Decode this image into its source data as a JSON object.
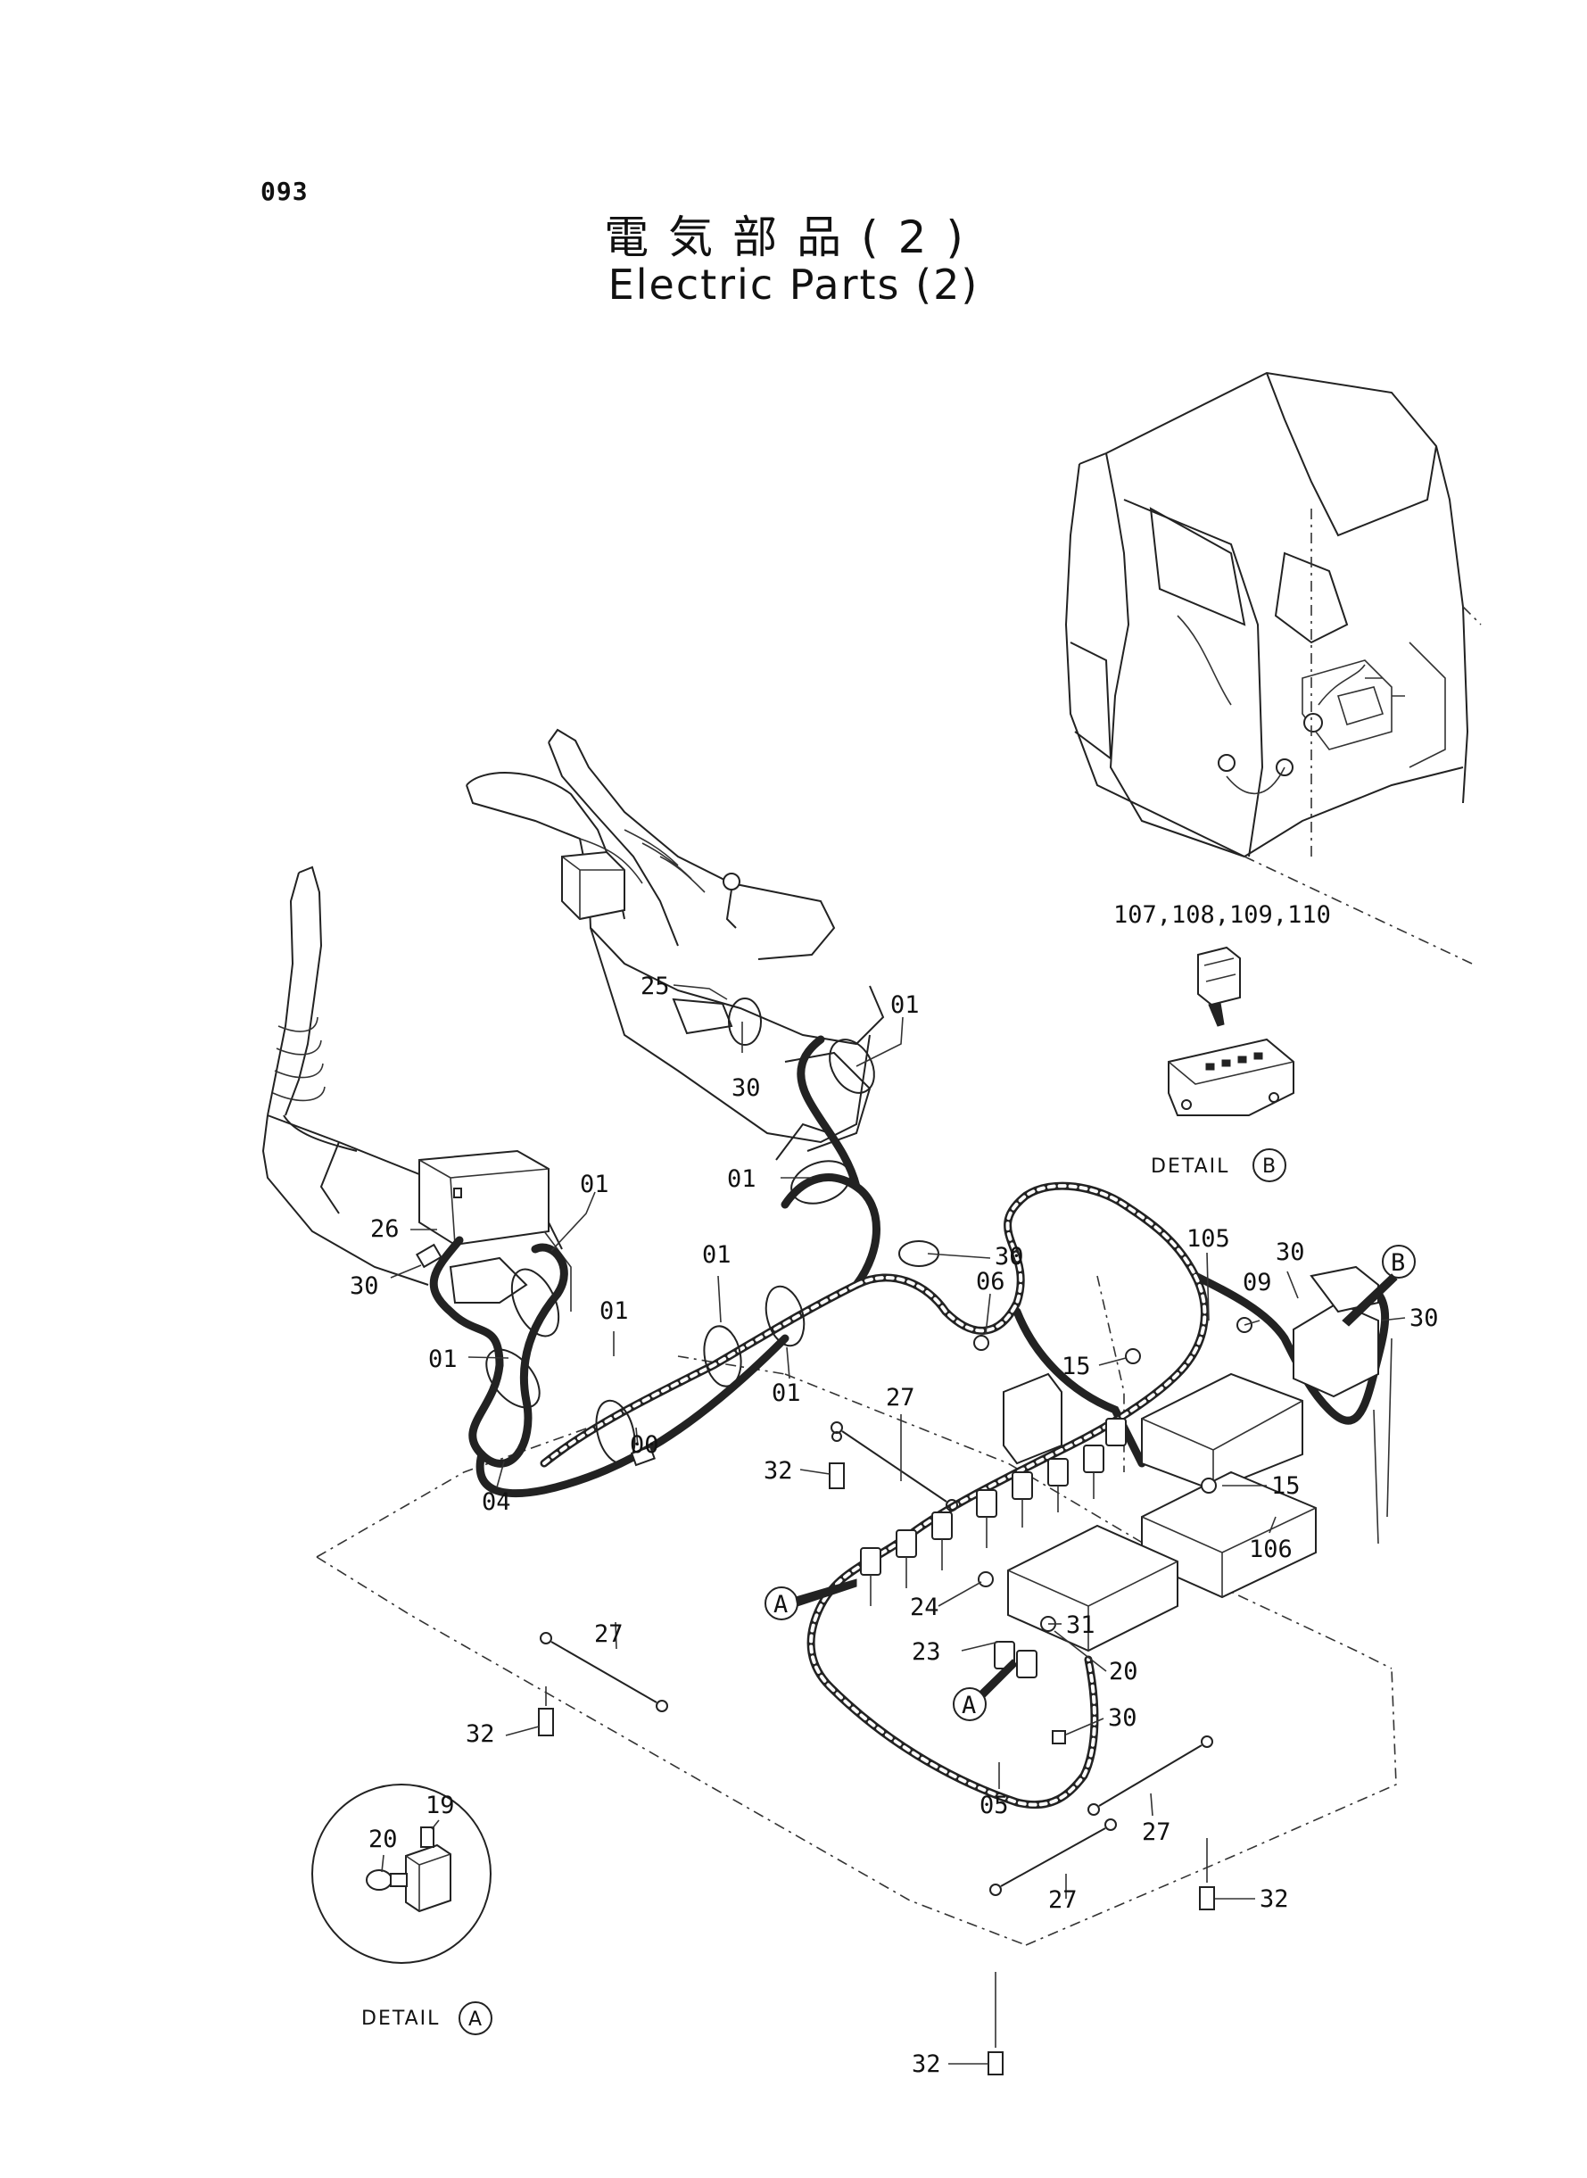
{
  "page": {
    "number": "093",
    "title_ja": "電気部品(2)",
    "title_en": "Electric Parts (2)"
  },
  "details": {
    "detail_a": "DETAIL",
    "detail_a_ref": "A",
    "detail_b": "DETAIL",
    "detail_b_ref": "B"
  },
  "callouts": {
    "c107": "107,108,109,110",
    "c25": "25",
    "c01_top": "01",
    "c30_top": "30",
    "c01_mid": "01",
    "c01_left": "01",
    "c26": "26",
    "c30_left": "30",
    "c01_a": "01",
    "c01_b": "01",
    "c01_c": "01",
    "c01_d": "01",
    "c00": "00",
    "c04": "04",
    "c30_mid": "30",
    "c06": "06",
    "c27_top": "27",
    "c15_a": "15",
    "c32_a": "32",
    "c105": "105",
    "c09": "09",
    "c30_r1": "30",
    "c30_r2": "30",
    "c15_b": "15",
    "c106": "106",
    "c24": "24",
    "c23": "23",
    "c31": "31",
    "c20": "20",
    "c27_mid": "27",
    "c32_b": "32",
    "c30_bot": "30",
    "c05": "05",
    "c27_r": "27",
    "c27_bot": "27",
    "c32_c": "32",
    "c32_d": "32",
    "c20_det": "20",
    "c19_det": "19",
    "ref_a1": "A",
    "ref_a2": "A",
    "ref_b": "B"
  }
}
